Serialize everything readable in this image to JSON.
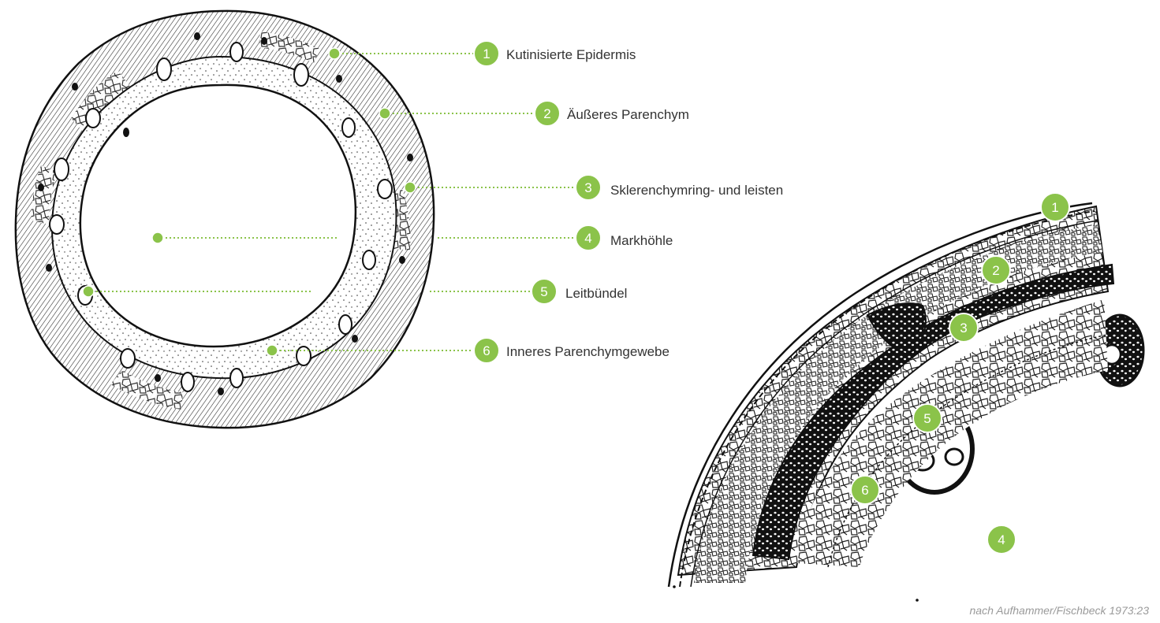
{
  "accent_color": "#8bc34a",
  "labels": [
    {
      "num": "1",
      "text": "Kutinisierte Epidermis"
    },
    {
      "num": "2",
      "text": "Äußeres Parenchym"
    },
    {
      "num": "3",
      "text": "Sklerenchymring- und leisten"
    },
    {
      "num": "4",
      "text": "Markhöhle"
    },
    {
      "num": "5",
      "text": "Leitbündel"
    },
    {
      "num": "6",
      "text": "Inneres Parenchymgewebe"
    }
  ],
  "detail_markers": [
    "1",
    "2",
    "3",
    "5",
    "6",
    "4"
  ],
  "credit": "nach Aufhammer/Fischbeck 1973:23"
}
